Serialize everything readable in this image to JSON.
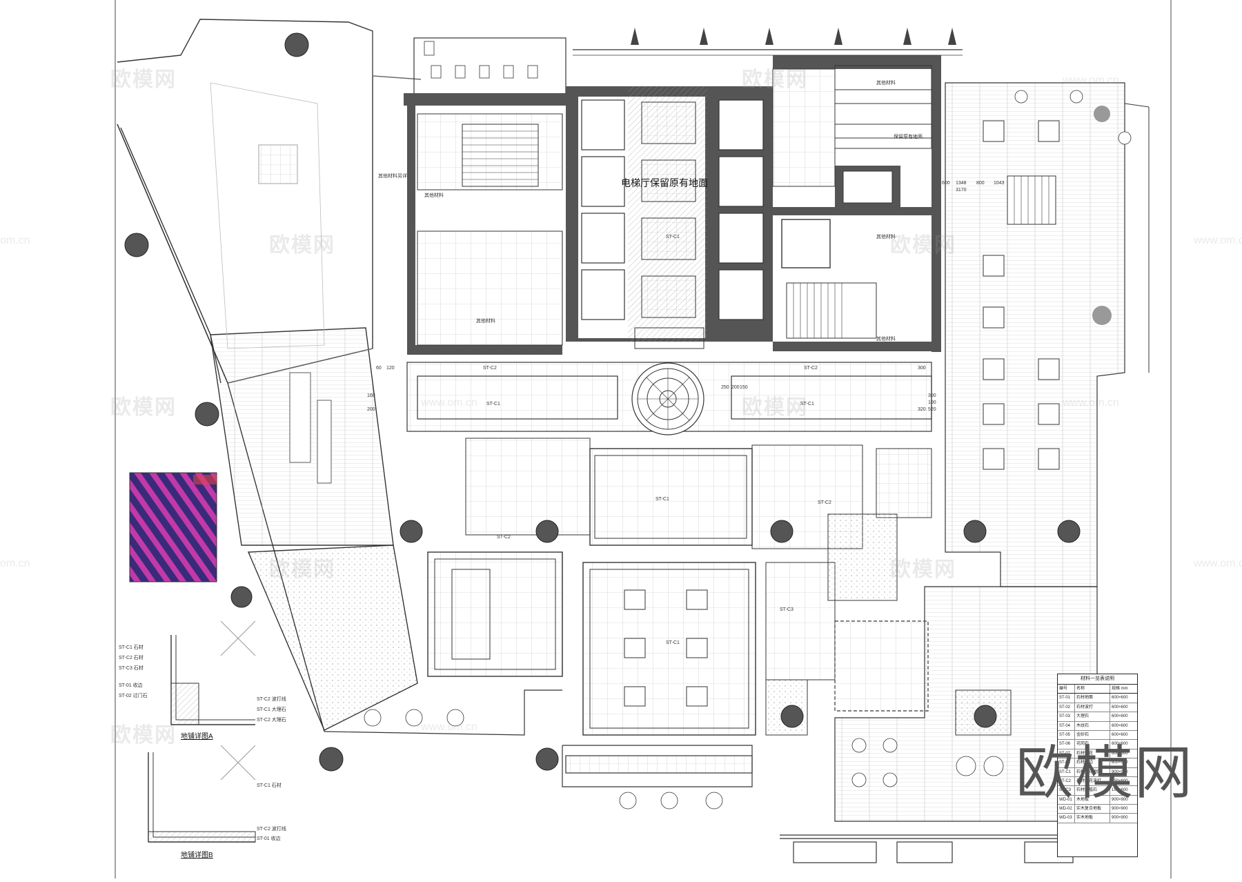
{
  "watermark": {
    "brand": "欧模网",
    "url": "www.om.cn",
    "url_short": "om.cn"
  },
  "plan_labels": {
    "elevator_note": "电梯厅保留原有地面",
    "existing_keep": "保留原有地面",
    "other_material": "其他材料",
    "floor_material_note": "其他材料另详",
    "st_c1": "ST-C1",
    "st_c2": "ST-C2",
    "st_c3": "ST-C3",
    "dims_a": [
      "600",
      "1348",
      "800",
      "1043",
      "3170"
    ],
    "dims_b": [
      "250",
      "200",
      "150",
      "520",
      "300",
      "320",
      "100"
    ],
    "dims_c": [
      "60",
      "120",
      "160",
      "200",
      "300"
    ]
  },
  "detail_a": {
    "title": "地铺详图A",
    "callouts": [
      "ST-C1 石材",
      "ST-C2 石材",
      "ST-C3 石材",
      "ST-01 收边",
      "ST-02 过门石",
      "ST-C2 波打线",
      "ST-C1 大理石",
      "ST-C2 大理石"
    ]
  },
  "detail_b": {
    "title": "地铺详图B",
    "callouts": [
      "ST-C1 石材",
      "ST-C2 波打线",
      "ST-01 收边"
    ]
  },
  "legend": {
    "title": "材料一览表说明",
    "headers": [
      "编号",
      "名称",
      "规格 mm"
    ],
    "rows": [
      [
        "ST-01",
        "石材地面",
        "600×600"
      ],
      [
        "ST-02",
        "石材波打",
        "600×600"
      ],
      [
        "ST-03",
        "大理石",
        "600×600"
      ],
      [
        "ST-04",
        "木纹石",
        "600×600"
      ],
      [
        "ST-05",
        "金砂石",
        "600×600"
      ],
      [
        "ST-06",
        "花岗石",
        "600×600"
      ],
      [
        "ST-07",
        "石材拼花",
        "600×600"
      ],
      [
        "ST-08",
        "石材收边",
        "600×600"
      ],
      [
        "ST-C1",
        "石材拼花地面",
        "900×900"
      ],
      [
        "ST-C2",
        "石材拼花波打",
        "150×600"
      ],
      [
        "ST-C3",
        "石材门槛石",
        "150×600"
      ],
      [
        "WD-01",
        "木地板",
        "900×900"
      ],
      [
        "WD-02",
        "实木复合地板",
        "900×900"
      ],
      [
        "WD-03",
        "实木地板",
        "900×900"
      ]
    ]
  },
  "colors": {
    "wall": "#555555",
    "line": "#222222",
    "thin": "#777777",
    "carpet_a": "#c23aa7",
    "carpet_b": "#3a2a7a",
    "column": "#555555"
  }
}
